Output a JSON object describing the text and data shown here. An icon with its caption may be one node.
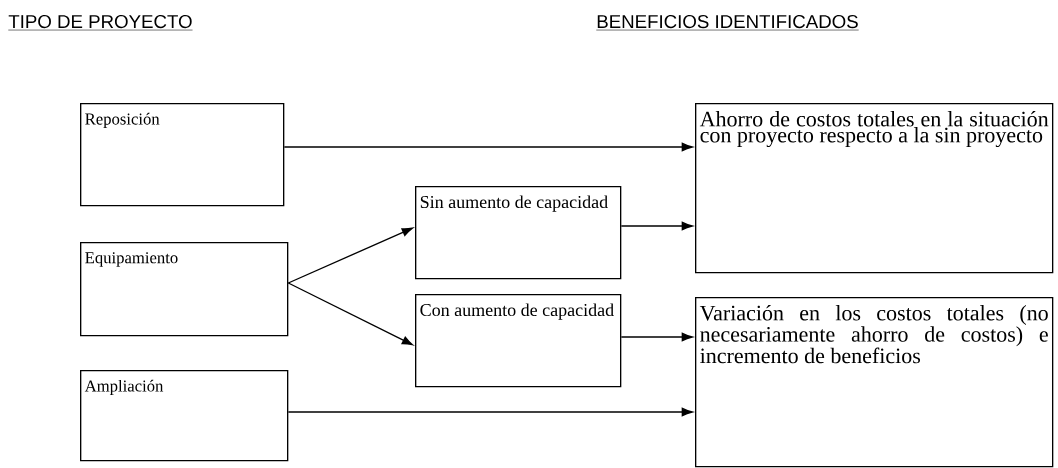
{
  "diagram": {
    "nodes": [
      {
        "text": [
          "Reposición"
        ]
      },
      {
        "text": [
          "Equipamiento"
        ]
      },
      {
        "text": [
          "Ampliación"
        ]
      },
      {
        "text": [
          "Sin aumento de capacidad"
        ]
      },
      {
        "text": [
          "Con aumento de capacidad"
        ]
      },
      {
        "text": [
          "Ahorro de costos totales en la situación con proyecto respecto a la sin proyecto"
        ]
      },
      {
        "text": [
          "Variación en los costos totales (no necesariamente ahorro de costos) e incremento de beneficios"
        ]
      }
    ],
    "edges": [
      {
        "from": 0,
        "to": 5,
        "arrow": "to"
      },
      {
        "from": 1,
        "to": 3,
        "arrow": "to"
      },
      {
        "from": 1,
        "to": 4,
        "arrow": "to"
      },
      {
        "from": 3,
        "to": 5,
        "arrow": "to"
      },
      {
        "from": 4,
        "to": 6,
        "arrow": "to"
      },
      {
        "from": 2,
        "to": 6,
        "arrow": "to"
      }
    ],
    "labels": [
      "TIPO DE PROYECTO",
      "BENEFICIOS IDENTIFICADOS"
    ]
  }
}
